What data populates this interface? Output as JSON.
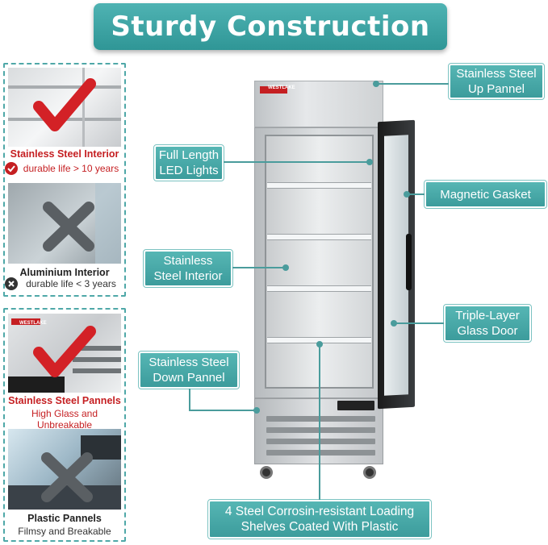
{
  "title": "Sturdy Construction",
  "brand": "WESTLAKE",
  "colors": {
    "teal": "#3c9c9c",
    "red": "#c51f22",
    "dark": "#222222"
  },
  "callouts": {
    "up_panel": "Stainless Steel\nUp Pannel",
    "led": "Full Length\nLED Lights",
    "gasket": "Magnetic Gasket",
    "interior": "Stainless\nSteel Interior",
    "glass_door": "Triple-Layer\nGlass Door",
    "down_panel": "Stainless Steel\nDown Pannel",
    "shelves": "4 Steel Corrosin-resistant Loading\nShelves Coated With Plastic"
  },
  "left_panels": {
    "top": {
      "good_title": "Stainless Steel Interior",
      "good_sub": "durable life > 10 years",
      "bad_title": "Aluminium Interior",
      "bad_sub": "durable life < 3 years",
      "good_icon": "check-circle-icon",
      "bad_icon": "x-circle-icon"
    },
    "bottom": {
      "good_title": "Stainless Steel Pannels",
      "good_sub": "High Glass and Unbreakable",
      "bad_title": "Plastic Pannels",
      "bad_sub": "Filmsy and Breakable"
    }
  }
}
